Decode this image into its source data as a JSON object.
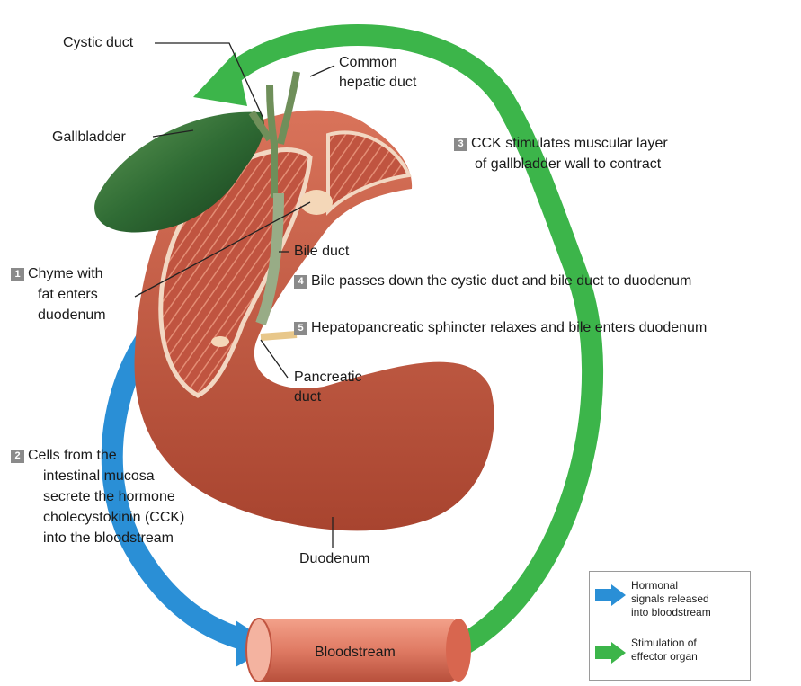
{
  "labels": {
    "cystic_duct": "Cystic duct",
    "common_hepatic_duct_1": "Common",
    "common_hepatic_duct_2": "hepatic duct",
    "gallbladder": "Gallbladder",
    "bile_duct": "Bile duct",
    "pancreatic_duct_1": "Pancreatic",
    "pancreatic_duct_2": "duct",
    "duodenum": "Duodenum",
    "bloodstream": "Bloodstream"
  },
  "steps": [
    {
      "num": "1",
      "lines": [
        "Chyme with",
        "fat enters",
        "duodenum"
      ]
    },
    {
      "num": "2",
      "lines": [
        "Cells from the",
        "intestinal mucosa",
        "secrete the hormone",
        "cholecystokinin (CCK)",
        "into the bloodstream"
      ]
    },
    {
      "num": "3",
      "lines": [
        "CCK stimulates muscular layer",
        "of gallbladder wall to contract"
      ]
    },
    {
      "num": "4",
      "lines": [
        "Bile passes down the cystic duct and bile duct to duodenum"
      ]
    },
    {
      "num": "5",
      "lines": [
        "Hepatopancreatic sphincter relaxes and bile enters duodenum"
      ]
    }
  ],
  "legend": {
    "hormonal": [
      "Hormonal",
      "signals released",
      "into bloodstream"
    ],
    "stimulation": [
      "Stimulation of",
      "effector organ"
    ]
  },
  "colors": {
    "hormonal_arrow": "#2a8fd6",
    "stimulation_arrow": "#3cb54a",
    "duodenum": "#c85a44",
    "gallbladder": "#2f6b34",
    "bloodstream": "#e07b64"
  }
}
